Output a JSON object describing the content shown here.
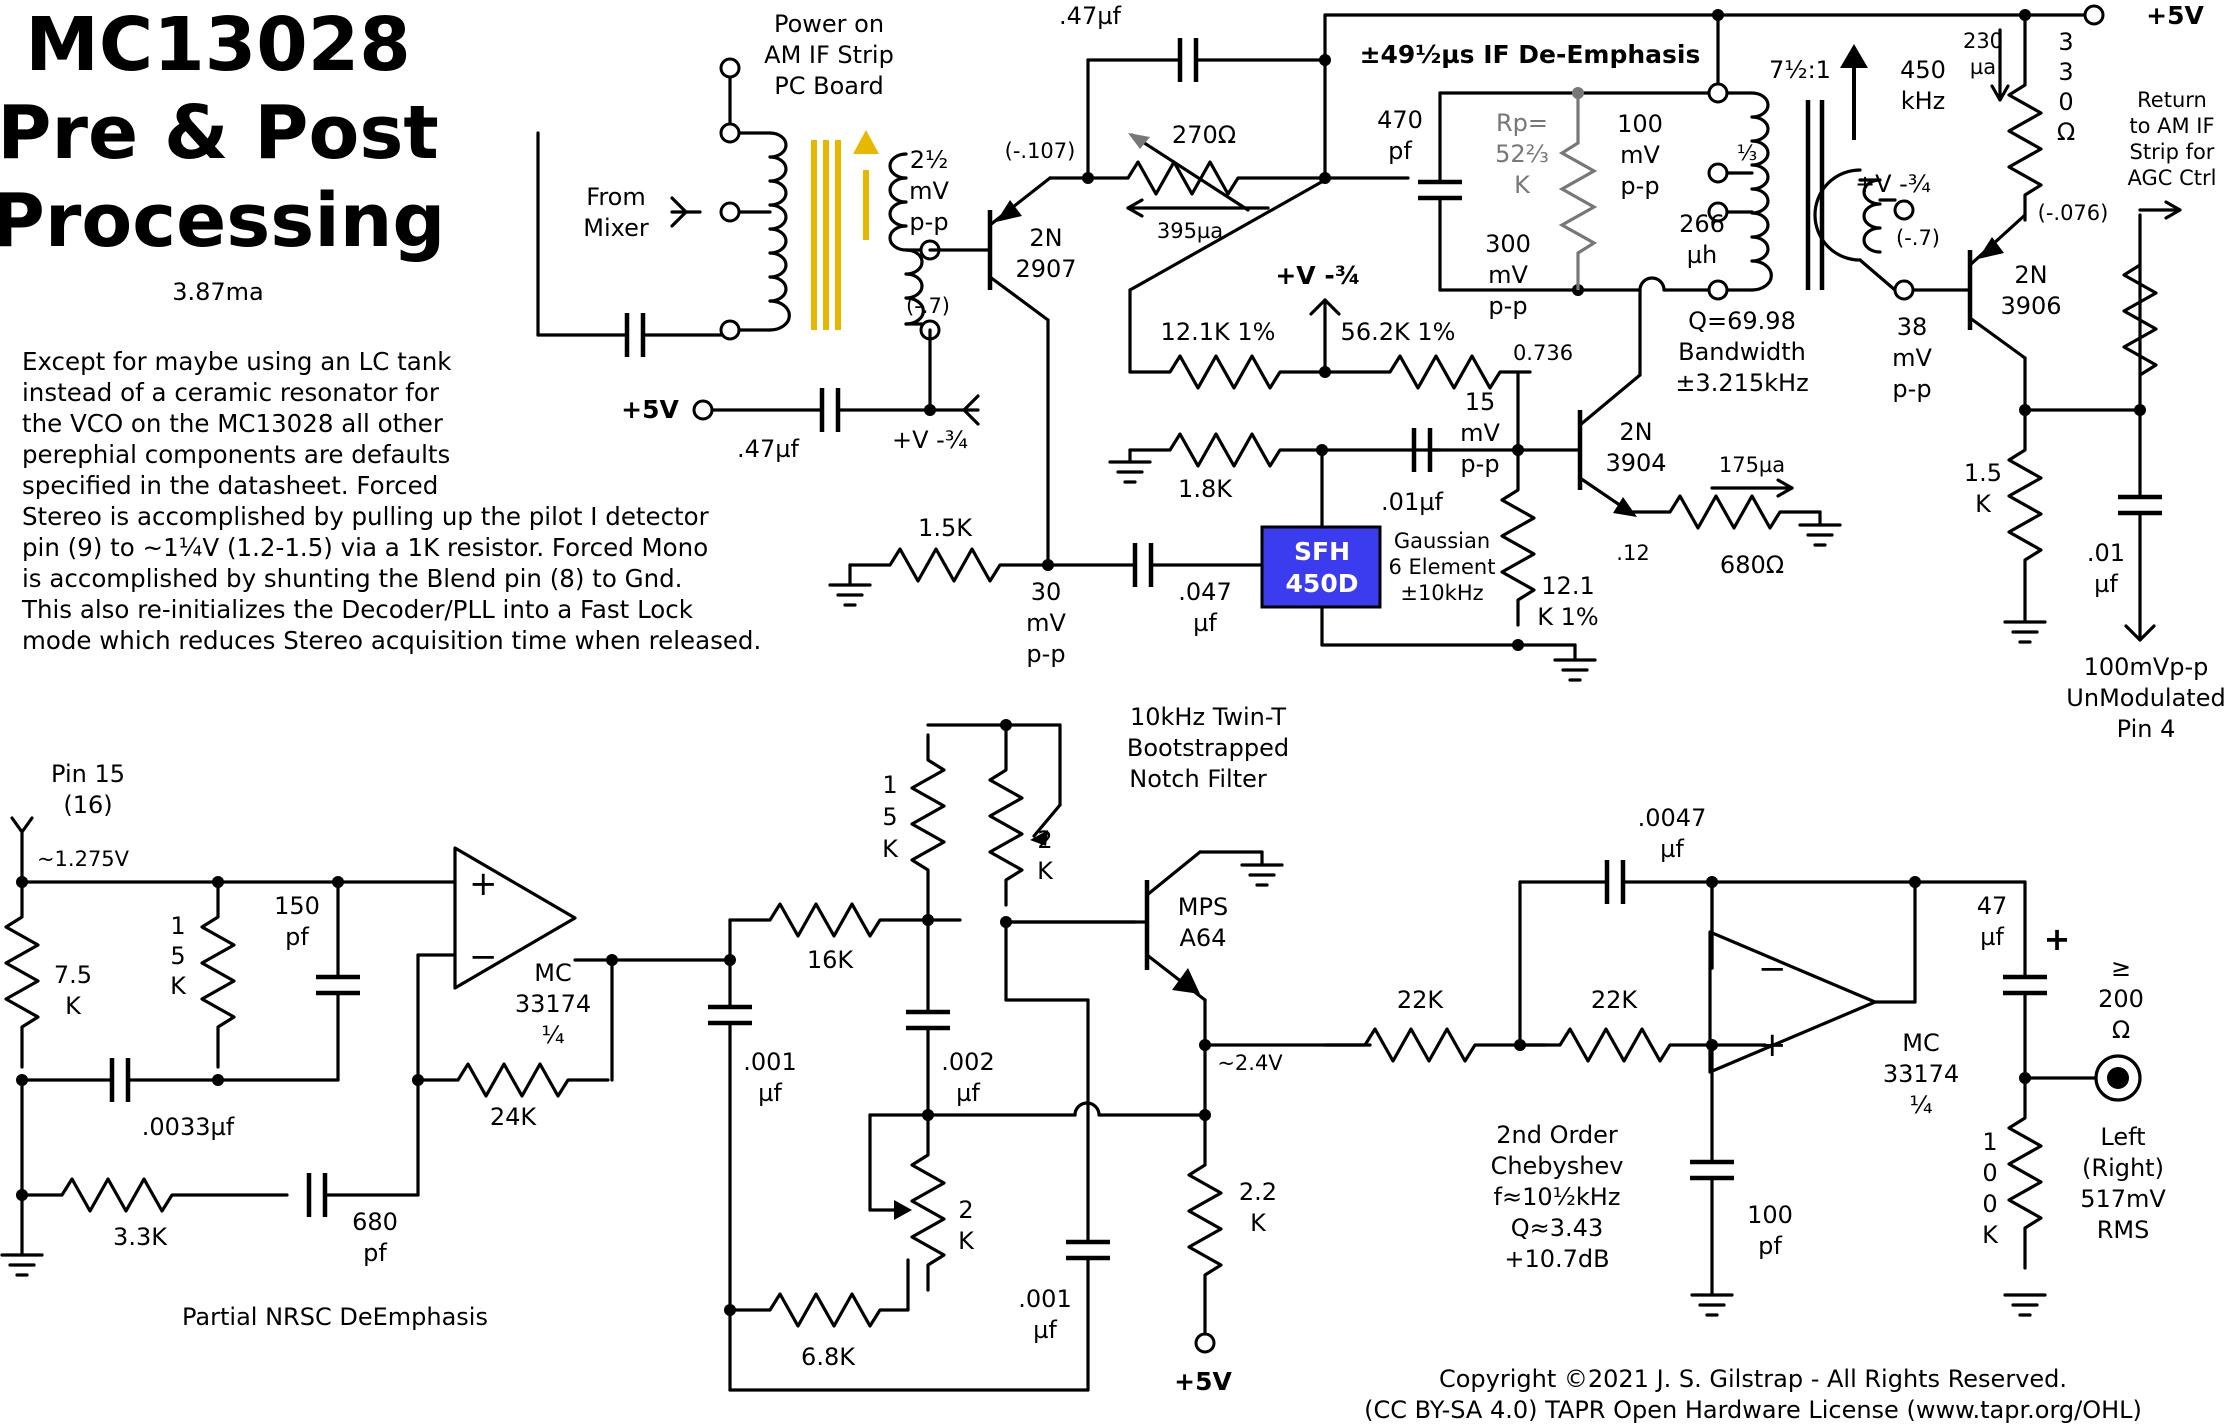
{
  "title": {
    "line1": "MC13028",
    "line2": "Pre & Post",
    "line3": "Processing",
    "current": "3.87ma"
  },
  "notes": [
    "Except for maybe using an LC tank",
    "instead of a ceramic resonator for",
    "the VCO on the MC13028 all other",
    "perephial components are defaults",
    "specified in the datasheet. Forced",
    "Stereo is accomplished by pulling up the pilot I detector",
    "pin (9) to ~1¼V (1.2-1.5) via a 1K resistor. Forced Mono",
    "is accomplished by shunting the Blend pin (8) to Gnd.",
    "This also re-initializes the Decoder/PLL into a Fast Lock",
    "mode which reduces Stereo acquisition time when released."
  ],
  "upper": {
    "power_label": [
      "Power on",
      "AM IF Strip",
      "PC Board"
    ],
    "from_mixer": [
      "From",
      "Mixer"
    ],
    "in_level": [
      "2½",
      "mV",
      "p-p"
    ],
    "v_07_left": "(-.7)",
    "plus5v_left": "+5V",
    "cap_47_bottom": ".47µf",
    "v34_left": "+V -¾",
    "cap_47_top": ".47µf",
    "emitter_v": "(-.107)",
    "q1": [
      "2N",
      "2907"
    ],
    "r270": "270Ω",
    "i395": "395µa",
    "deemph_title": "±49½µs IF De-Emphasis",
    "plus5v_top": "+5V",
    "r121": "12.1K 1%",
    "v34_mid": "+V -¾",
    "r562": "56.2K 1%",
    "v0736": "0.736",
    "r15k": "1.5K",
    "lvl30": [
      "30",
      "mV",
      "p-p"
    ],
    "cap047": [
      ".047",
      "µf"
    ],
    "r18k": "1.8K",
    "cap01": [
      ".01µf"
    ],
    "lvl15": [
      "15",
      "mV",
      "p-p"
    ],
    "filter": [
      "SFH",
      "450D"
    ],
    "filter_desc": [
      "Gaussian",
      "6 Element",
      "±10kHz"
    ],
    "r121b": [
      "12.1",
      "K 1%"
    ],
    "q2": [
      "2N",
      "3904"
    ],
    "v012": ".12",
    "i175": "175µa",
    "r680": "680Ω",
    "c470": [
      "470",
      "pf"
    ],
    "rp": [
      "Rp=",
      "52⅔",
      "K"
    ],
    "lvl100": [
      "100",
      "mV",
      "p-p"
    ],
    "ratio": "7½:1",
    "third": "⅓",
    "l266": [
      "266",
      "µh"
    ],
    "lvl300": [
      "300",
      "mV",
      "p-p"
    ],
    "freq450": [
      "450",
      "kHz"
    ],
    "qbw": [
      "Q=69.98",
      "Bandwidth",
      "±3.215kHz"
    ],
    "v34_right": "+V -¾",
    "v07_right": "(-.7)",
    "lvl38": [
      "38",
      "mV",
      "p-p"
    ],
    "q3": [
      "2N",
      "3906"
    ],
    "i230": [
      "230",
      "µa"
    ],
    "r330": [
      "3",
      "3",
      "0",
      "Ω"
    ],
    "v076": "(-.076)",
    "return_label": [
      "Return",
      "to AM IF",
      "Strip for",
      "AGC Ctrl"
    ],
    "r15k_right": [
      "1.5",
      "K"
    ],
    "c01_right": [
      ".01",
      "µf"
    ],
    "out_level": [
      "100mVp-p",
      "UnModulated",
      "Pin 4"
    ]
  },
  "lower": {
    "pin15": [
      "Pin 15",
      "(16)"
    ],
    "v1275": "~1.275V",
    "r75": [
      "7.5",
      "K"
    ],
    "r15k": [
      "1",
      "5",
      "K"
    ],
    "c150": [
      "150",
      "pf"
    ],
    "c0033": ".0033µf",
    "r33k": "3.3K",
    "c680": [
      "680",
      "pf"
    ],
    "deemph": "Partial NRSC DeEmphasis",
    "op1": [
      "MC",
      "33174",
      "¼"
    ],
    "r24k": "24K",
    "r16k": "16K",
    "c001a": [
      ".001",
      "µf"
    ],
    "r15k_b": [
      "1",
      "5",
      "K"
    ],
    "pot2k_top": [
      "2",
      "K"
    ],
    "notch": [
      "10kHz Twin-T",
      "Bootstrapped",
      "Notch Filter"
    ],
    "c002": [
      ".002",
      "µf"
    ],
    "pot2k_bot": [
      "2",
      "K"
    ],
    "r68k": "6.8K",
    "c001b": [
      ".001",
      "µf"
    ],
    "q4": [
      "MPS",
      "A64"
    ],
    "v24": "~2.4V",
    "r22k": [
      "2.2",
      "K"
    ],
    "plus5v_bottom": "+5V",
    "r22ka": "22K",
    "r22kb": "22K",
    "c0047": [
      ".0047",
      "µf"
    ],
    "op2": [
      "MC",
      "33174",
      "¼"
    ],
    "chebyshev": [
      "2nd Order",
      "Chebyshev",
      "f≈10½kHz",
      "Q≈3.43",
      "+10.7dB"
    ],
    "c100": [
      "100",
      "pf"
    ],
    "c47": [
      "47",
      "µf"
    ],
    "plus": "+",
    "load": [
      "≥",
      "200",
      "Ω"
    ],
    "r100k": [
      "1",
      "0",
      "0",
      "K"
    ],
    "out": [
      "Left",
      "(Right)",
      "517mV",
      "RMS"
    ]
  },
  "copyright": [
    "Copyright ©2021 J. S. Gilstrap - All Rights Reserved.",
    "(CC BY-SA 4.0) TAPR Open Hardware License (www.tapr.org/OHL)"
  ],
  "colors": {
    "filter_fill": "#3b3bf0",
    "core": "#e8b800",
    "gray": "#777777"
  }
}
